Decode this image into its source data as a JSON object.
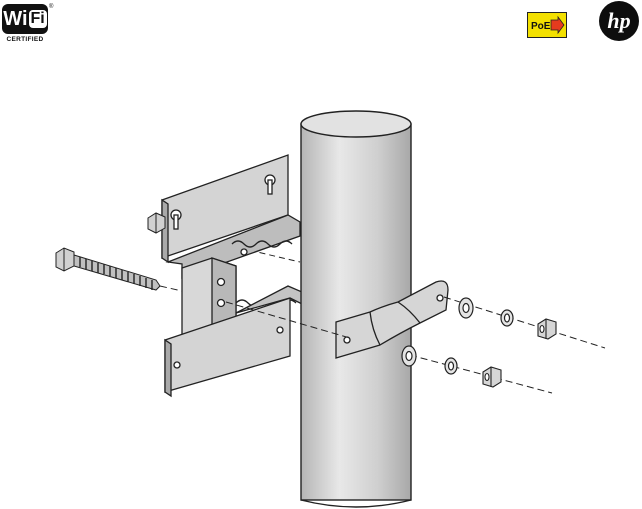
{
  "logos": {
    "wifi": {
      "wi": "Wi",
      "fi": "Fi",
      "registered": "®",
      "certified": "CERTIFIED"
    },
    "poe": {
      "text": "PoE"
    },
    "hp": {
      "text": "hp"
    }
  },
  "colors": {
    "line": "#222222",
    "pole_fill": "#c8c8c8",
    "pole_light": "#e6e6e6",
    "bracket_fill": "#d4d4d4",
    "bracket_dark": "#a9a9a9",
    "poe_yellow": "#f3e000",
    "hp_blue": "#0d0d0d"
  }
}
